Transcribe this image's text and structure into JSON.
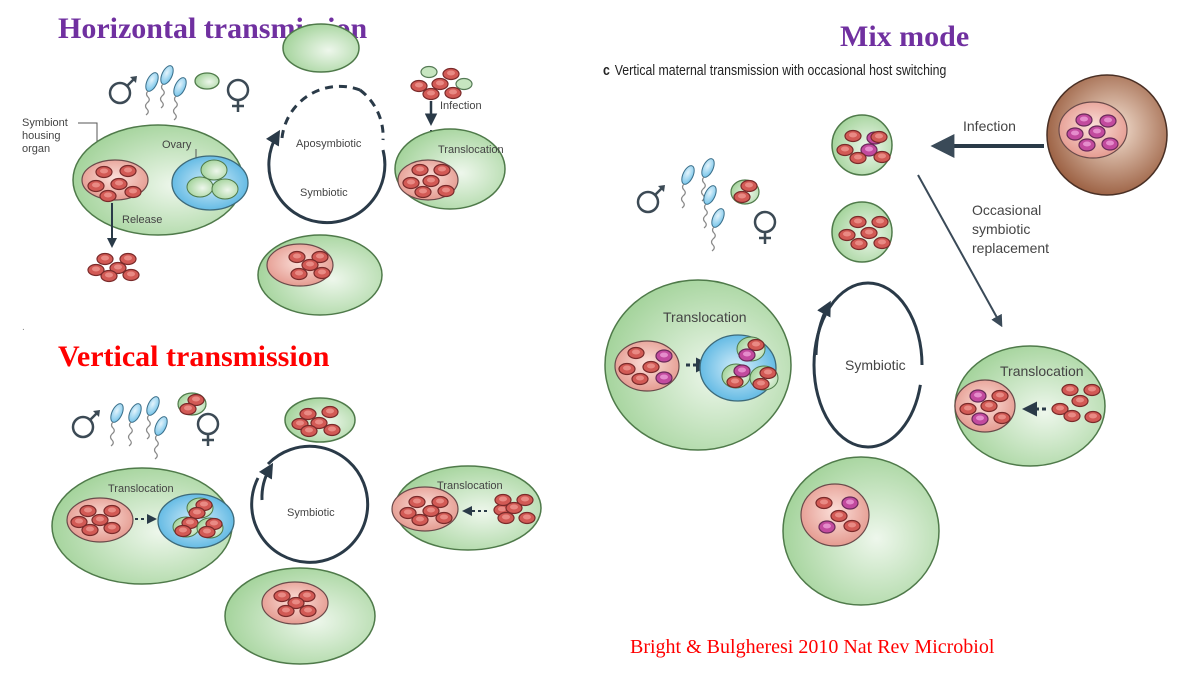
{
  "titles": {
    "horizontal": "Horizontal transmission",
    "vertical": "Vertical transmission",
    "mix": "Mix mode"
  },
  "colors": {
    "horizontal_title": "#7030a0",
    "vertical_title": "#ff0000",
    "mix_title": "#7030a0",
    "citation": "#ff0000",
    "host_green": "#a8d8a0",
    "symbiont_organ": "#e8a0a0",
    "symbiont": "#d05050",
    "alt_symbiont": "#c040a0",
    "ovary_blue": "#5ab4e0",
    "donor_host_brown": "#9a5a38",
    "arrow": "#2a3a48"
  },
  "mix_subtitle": {
    "letter": "c",
    "text": "Vertical maternal transmission with occasional host switching"
  },
  "horizontal_panel": {
    "labels": {
      "symbiont_housing_organ": [
        "Symbiont",
        "housing",
        "organ"
      ],
      "ovary": "Ovary",
      "release": "Release",
      "aposymbiotic": "Aposymbiotic",
      "symbiotic": "Symbiotic",
      "infection": "Infection",
      "translocation": "Translocation"
    }
  },
  "vertical_panel": {
    "labels": {
      "translocation_main": "Translocation",
      "symbiotic": "Symbiotic",
      "translocation_side": "Translocation"
    }
  },
  "mix_panel": {
    "labels": {
      "infection": "Infection",
      "occasional_replacement": [
        "Occasional",
        "symbiotic",
        "replacement"
      ],
      "translocation_main": "Translocation",
      "symbiotic": "Symbiotic",
      "translocation_side": "Translocation"
    }
  },
  "citation": "Bright & Bulgheresi 2010 Nat Rev Microbiol"
}
